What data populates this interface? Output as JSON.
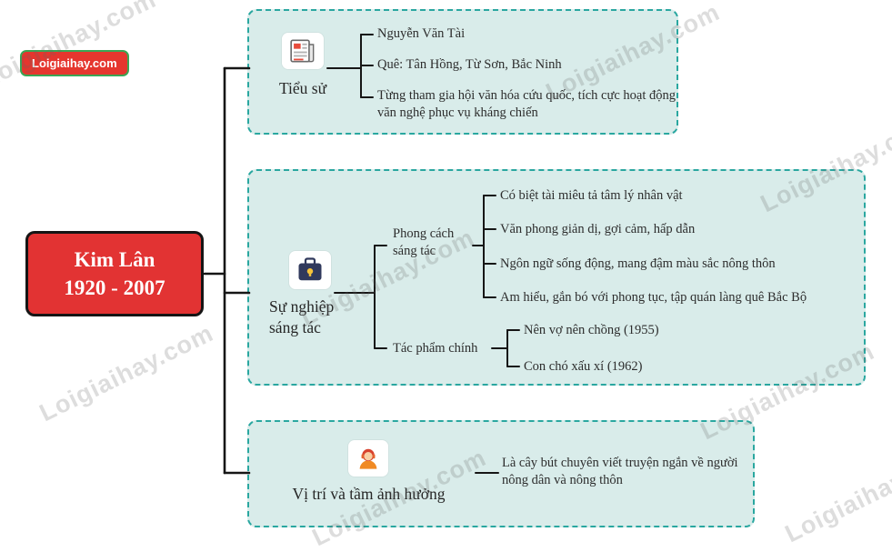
{
  "brand": {
    "badge": "Loigiaihay.com",
    "watermark": "Loigiaihay.com"
  },
  "root": {
    "title": "Kim Lân",
    "years": "1920 - 2007"
  },
  "branches": [
    {
      "label": "Tiểu sử",
      "icon": "newspaper-icon",
      "items": [
        "Nguyễn Văn Tài",
        "Quê: Tân Hồng, Từ Sơn, Bắc Ninh",
        "Từng tham gia hội văn hóa cứu quốc, tích cực hoạt động văn nghệ phục vụ kháng chiến"
      ]
    },
    {
      "label": "Sự nghiệp sáng tác",
      "icon": "briefcase-icon",
      "subbranches": [
        {
          "label": "Phong cách sáng tác",
          "items": [
            "Có biệt tài miêu tả tâm lý nhân vật",
            "Văn phong giản dị, gợi cảm, hấp dẫn",
            "Ngôn ngữ sống động, mang đậm màu sắc nông thôn",
            "Am hiểu, gắn bó với phong tục, tập quán làng quê Bắc Bộ"
          ]
        },
        {
          "label": "Tác phẩm chính",
          "items": [
            "Nên vợ nên chồng (1955)",
            "Con chó xấu xí (1962)"
          ]
        }
      ]
    },
    {
      "label": "Vị trí và tầm ảnh hưởng",
      "icon": "person-icon",
      "items": [
        "Là cây bút chuyên viết truyện ngắn về người nông dân và nông thôn"
      ]
    }
  ],
  "colors": {
    "root_red": "#e23333",
    "branch_bg": "#d9ecea",
    "branch_border": "#2aa7a0",
    "line": "#161616",
    "badge_border_green": "#3aa655"
  }
}
